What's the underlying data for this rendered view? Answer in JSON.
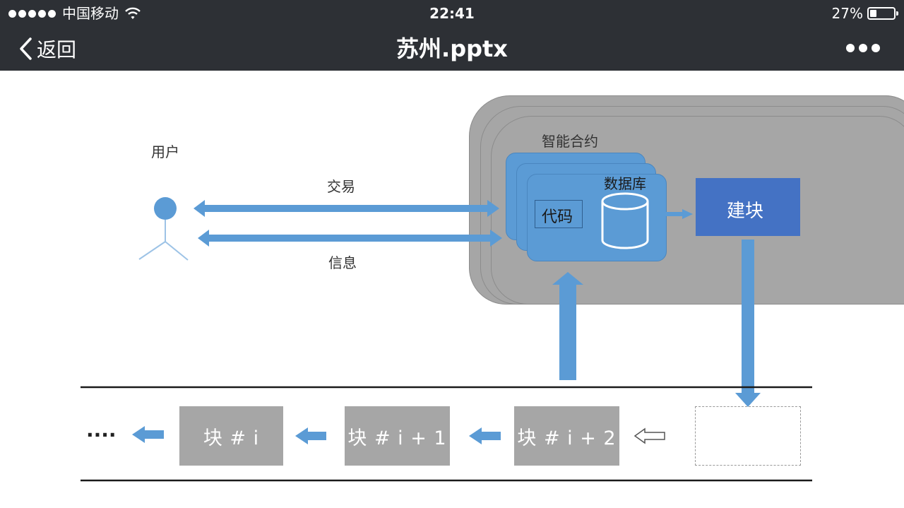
{
  "status_bar": {
    "carrier": "中国移动",
    "time": "22:41",
    "battery_percent": "27%",
    "battery_level": 0.27,
    "signal_dots": 5
  },
  "nav": {
    "back_label": "返回",
    "title": "苏州.pptx"
  },
  "slide": {
    "user_label": "用户",
    "transaction_label": "交易",
    "info_label": "信息",
    "smart_contract_label": "智能合约",
    "database_label": "数据库",
    "code_label": "代码",
    "build_block_label": "建块",
    "ellipsis": "····",
    "blocks": [
      "块 # i",
      "块 # i + 1",
      "块 # i + 2"
    ]
  },
  "colors": {
    "chrome_bg": "#2d3035",
    "arrow_blue": "#5b9bd5",
    "contract_gray": "#a6a6a6",
    "build_block_blue": "#4472c4",
    "block_gray": "#a6a6a6"
  }
}
